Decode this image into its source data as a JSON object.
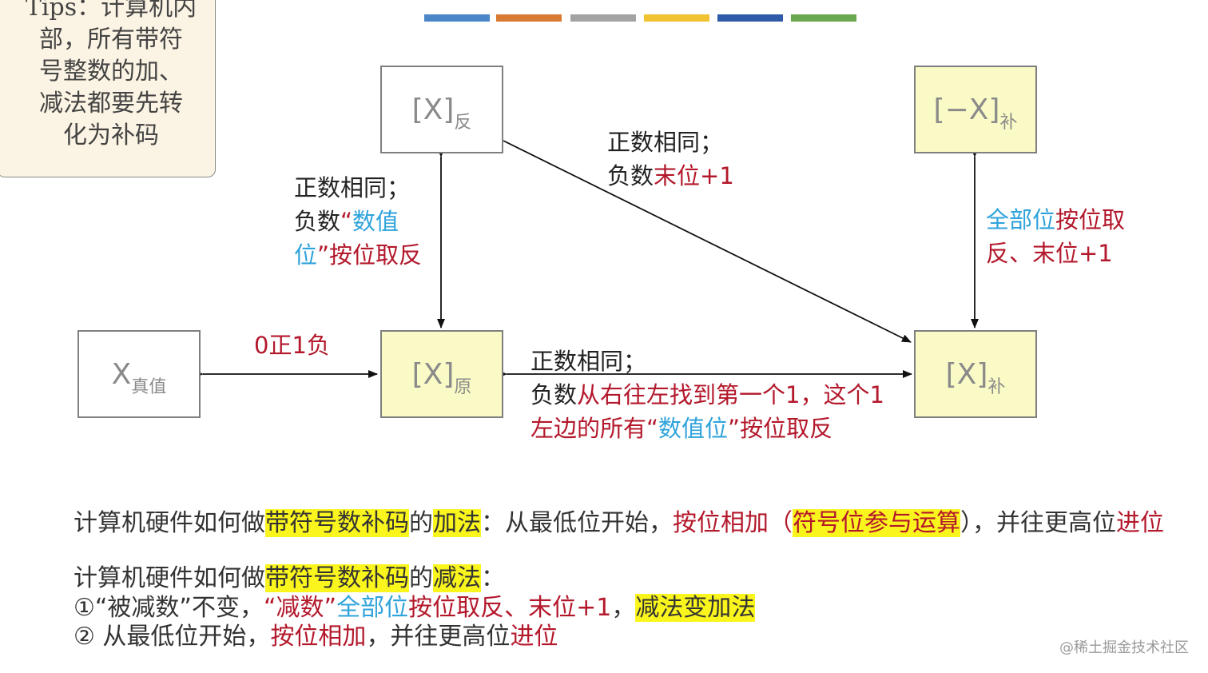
{
  "tips": {
    "line1": "Tips：计算机内",
    "line2": "部，所有带符",
    "line3": "号整数的加、",
    "line4": "减法都要先转",
    "line5": "化为补码"
  },
  "progress_colors": [
    "#4a86c8",
    "#d97a32",
    "#a3a3a3",
    "#f1c232",
    "#2f5aa8",
    "#6aa84f"
  ],
  "boxes": {
    "fan": {
      "main": "[X]",
      "sub": "反"
    },
    "negbu": {
      "main": "[−X]",
      "sub": "补"
    },
    "zhen": {
      "main": "X",
      "sub": "真值"
    },
    "yuan": {
      "main": "[X]",
      "sub": "原"
    },
    "bu": {
      "main": "[X]",
      "sub": "补"
    }
  },
  "labels": {
    "fan_yuan": {
      "l1": "正数相同；",
      "l2a": "负数",
      "l2b": "“",
      "l2c": "数值",
      "l3a": "位",
      "l3b": "”按位取反"
    },
    "fan_bu": {
      "l1": "正数相同；",
      "l2a": "负数",
      "l2b": "末位+1"
    },
    "negbu_bu": {
      "l1a": "全部位",
      "l1b": "按位取",
      "l2": "反、末位+1"
    },
    "zhen_yuan": "0正1负",
    "yuan_bu": {
      "l1": "正数相同；",
      "l2a": "负数",
      "l2b": "从右往左找到第一个1，这个1",
      "l3a": "左边的所有“",
      "l3b": "数值位",
      "l3c": "”按位取反"
    }
  },
  "add_line": {
    "p1": "计算机硬件如何做",
    "p2": "带符号数补码",
    "p3": "的",
    "p4": "加法",
    "p5": "：从最低位开始，",
    "p6": "按位相加（",
    "p7": "符号位参与运算",
    "p8": "），并往更高位",
    "p9": "进位"
  },
  "sub_title": {
    "p1": "计算机硬件如何做",
    "p2": "带符号数补码",
    "p3": "的",
    "p4": "减法",
    "p5": "："
  },
  "step1": {
    "p1": "①“被减数”不变，",
    "p2": "“减数”",
    "p3": "全部位",
    "p4": "按位取反、末位+1",
    "p5": "，",
    "p6": "减法变加法"
  },
  "step2": {
    "p1": "② 从最低位开始，",
    "p2": "按位相加",
    "p3": "，并往更高位",
    "p4": "进位"
  },
  "watermark": "@稀土掘金技术社区"
}
